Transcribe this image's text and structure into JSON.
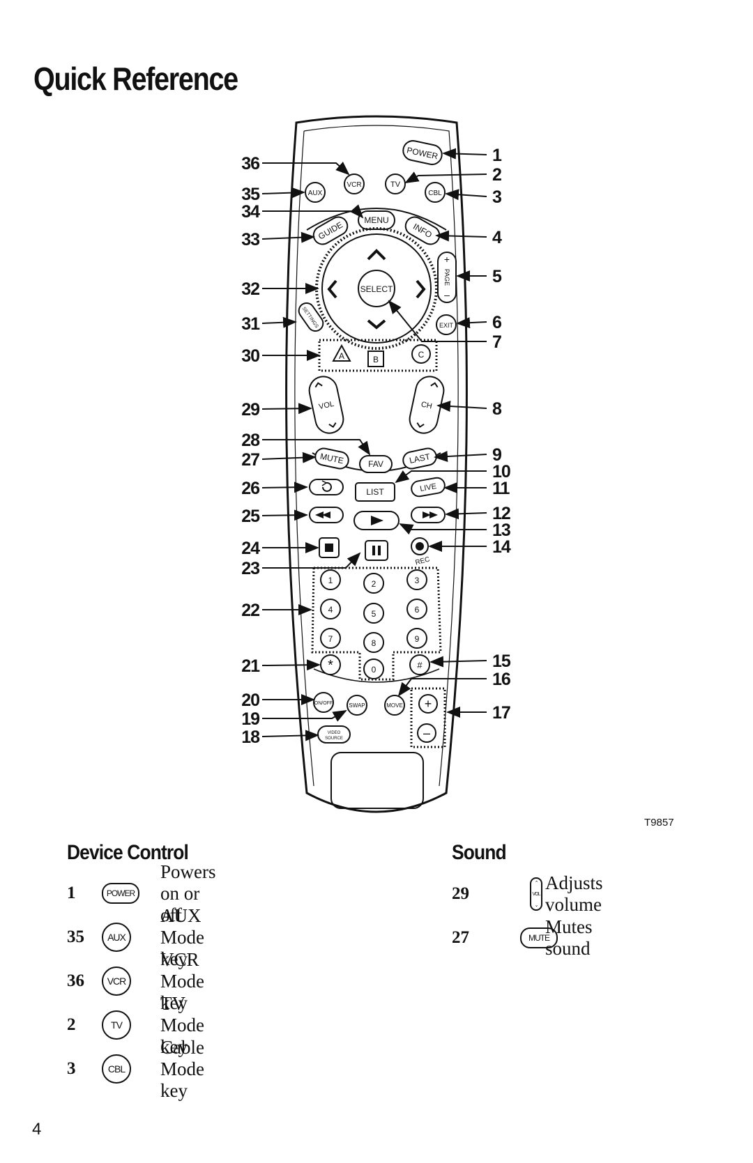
{
  "page": {
    "title": "Quick Reference",
    "figure_code": "T9857",
    "page_number": "4"
  },
  "remote": {
    "callouts": [
      "1",
      "2",
      "3",
      "4",
      "5",
      "6",
      "7",
      "8",
      "9",
      "10",
      "11",
      "12",
      "13",
      "14",
      "15",
      "16",
      "17",
      "18",
      "19",
      "20",
      "21",
      "22",
      "23",
      "24",
      "25",
      "26",
      "27",
      "28",
      "29",
      "30",
      "31",
      "32",
      "33",
      "34",
      "35",
      "36"
    ],
    "buttons": {
      "power": "POWER",
      "vcr": "VCR",
      "tv": "TV",
      "aux": "AUX",
      "cbl": "CBL",
      "menu": "MENU",
      "guide": "GUIDE",
      "info": "INFO",
      "select": "SELECT",
      "page": "PAGE",
      "page_plus": "+",
      "page_minus": "–",
      "settings": "SETTINGS",
      "exit": "EXIT",
      "a": "A",
      "b": "B",
      "c": "C",
      "vol": "VOL",
      "ch": "CH",
      "mute": "MUTE",
      "fav": "FAV",
      "last": "LAST",
      "list": "LIST",
      "live": "LIVE",
      "rec": "REC",
      "on_off": "ON/OFF",
      "swap": "SWAP",
      "move": "MOVE",
      "video_source_1": "VIDEO",
      "video_source_2": "SOURCE",
      "plus": "+",
      "minus": "–",
      "star": "*",
      "hash": "#",
      "digits": [
        "1",
        "2",
        "3",
        "4",
        "5",
        "6",
        "7",
        "8",
        "9",
        "0"
      ]
    }
  },
  "device_control": {
    "heading": "Device Control",
    "rows": [
      {
        "num": "1",
        "key": "POWER",
        "desc": "Powers on or off"
      },
      {
        "num": "35",
        "key": "AUX",
        "desc": "AUX Mode key"
      },
      {
        "num": "36",
        "key": "VCR",
        "desc": "VCR Mode key"
      },
      {
        "num": "2",
        "key": "TV",
        "desc": "TV Mode key"
      },
      {
        "num": "3",
        "key": "CBL",
        "desc": "Cable Mode key"
      }
    ]
  },
  "sound": {
    "heading": "Sound",
    "rows": [
      {
        "num": "29",
        "key": "VOL",
        "desc": "Adjusts volume"
      },
      {
        "num": "27",
        "key": "MUTE",
        "desc": "Mutes sound"
      }
    ]
  }
}
